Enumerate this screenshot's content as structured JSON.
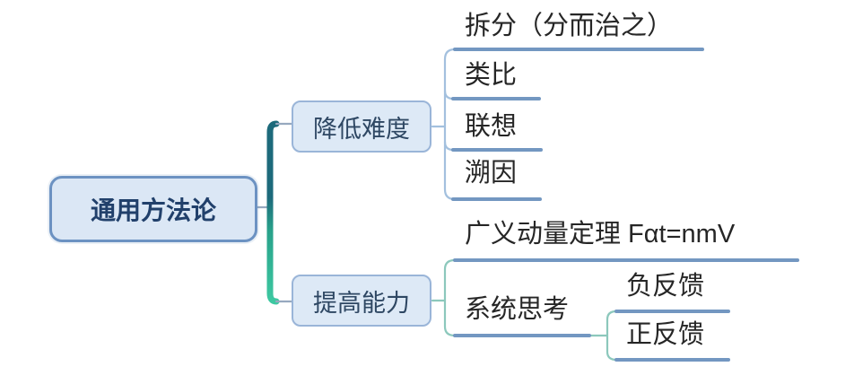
{
  "map": {
    "root": {
      "label": "通用方法论"
    },
    "branches": [
      {
        "label": "降低难度",
        "children": [
          {
            "label": "拆分（分而治之）"
          },
          {
            "label": "类比"
          },
          {
            "label": "联想"
          },
          {
            "label": "溯因"
          }
        ]
      },
      {
        "label": "提高能力",
        "children": [
          {
            "label": "广义动量定理 Fαt=nmV"
          },
          {
            "label": "系统思考",
            "children": [
              {
                "label": "负反馈"
              },
              {
                "label": "正反馈"
              }
            ]
          }
        ]
      }
    ],
    "colors": {
      "root_fill": "#dbe7f5",
      "root_border": "#6c92c2",
      "root_text": "#21406b",
      "node_fill": "#dde9f6",
      "node_border": "#9ab5d8",
      "node_text": "#2e4763",
      "leaf_text": "#262626",
      "underline_color": "#7397c1",
      "branch1_line": "#a3c0de",
      "branch2_line": "#8cc8bc",
      "stub_color": "#97a9bf",
      "trunk_top": "#1d6a7b",
      "trunk_mid": "#28a18a",
      "trunk_bottom": "#3dc8a1"
    }
  }
}
